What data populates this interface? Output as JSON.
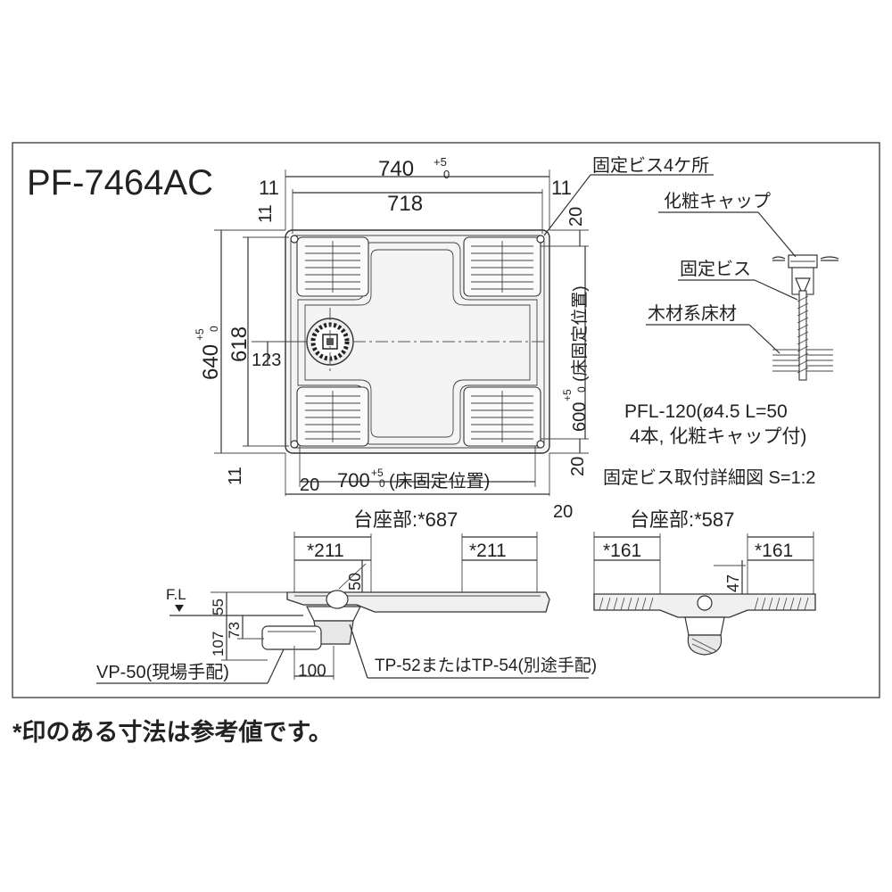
{
  "title": "PF-7464AC",
  "plan": {
    "dim_740": "740",
    "dim_740_tol_upper": "+5",
    "dim_740_tol_lower": "0",
    "dim_718": "718",
    "dim_11_top_left": "11",
    "dim_11_top_right": "11",
    "dim_11_left_upper": "11",
    "dim_11_left_lower": "11",
    "dim_640": "640",
    "dim_640_tol_upper": "+5",
    "dim_640_tol_lower": "0",
    "dim_618": "618",
    "dim_123": "123",
    "dim_20_right_upper": "20",
    "dim_20_right_lower": "20",
    "dim_20_bottom_left": "20",
    "dim_20_bottom_right": "20",
    "dim_700": "700",
    "dim_700_tol_upper": "+5",
    "dim_700_tol_lower": "0",
    "dim_700_note": "(床固定位置)",
    "dim_600": "600",
    "dim_600_tol_upper": "+5",
    "dim_600_tol_lower": "0",
    "dim_600_note": "(床固定位置)",
    "screw_callout": "固定ビス4ケ所"
  },
  "detail": {
    "label_cap": "化粧キャップ",
    "label_screw": "固定ビス",
    "label_floor": "木材系床材",
    "spec_line1": "PFL-120(ø4.5 L=50",
    "spec_line2": "4本, 化粧キャップ付)",
    "caption": "固定ビス取付詳細図  S=1:2"
  },
  "section_left": {
    "base_label": "台座部:*687",
    "dim_211_left": "*211",
    "dim_211_right": "*211",
    "dim_50": "50",
    "dim_55": "55",
    "dim_73": "73",
    "dim_107": "107",
    "dim_100": "100",
    "fl_label": "F.L",
    "vp_label": "VP-50(現場手配)",
    "tp_label": "TP-52またはTP-54(別途手配)"
  },
  "section_right": {
    "base_label": "台座部:*587",
    "dim_161_left": "*161",
    "dim_161_right": "*161",
    "dim_47": "47"
  },
  "footnote": "*印のある寸法は参考値です。"
}
